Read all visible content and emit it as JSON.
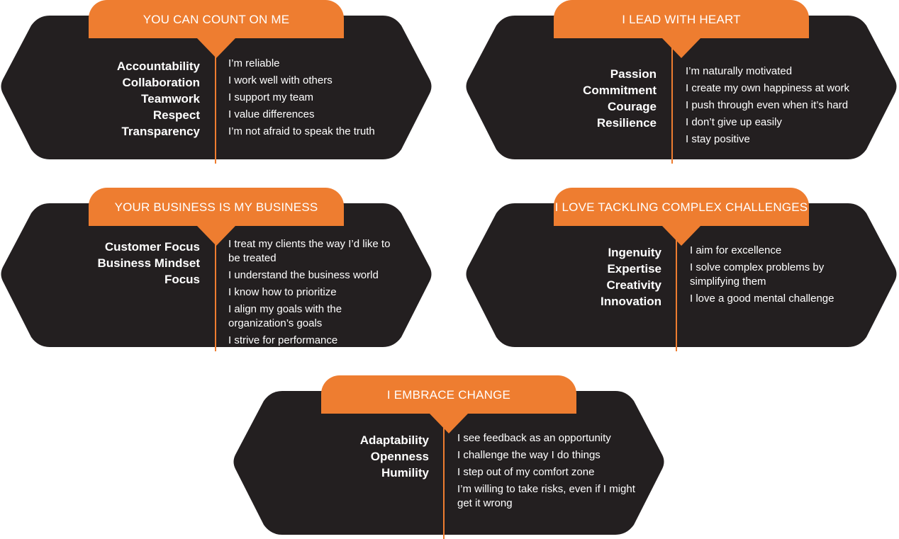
{
  "cards": [
    {
      "title": "YOU CAN COUNT ON ME",
      "values": [
        "Accountability",
        "Collaboration",
        "Teamwork",
        "Respect",
        "Transparency"
      ],
      "statements": [
        "I’m reliable",
        "I work well with others",
        "I support my team",
        "I value differences",
        "I’m not afraid to speak the truth"
      ]
    },
    {
      "title": "I LEAD WITH HEART",
      "values": [
        "Passion",
        "Commitment",
        "Courage",
        "Resilience"
      ],
      "statements": [
        "I’m naturally motivated",
        "I create my own happiness at work",
        "I push through even when it’s hard",
        "I don’t give up easily",
        "I stay positive"
      ]
    },
    {
      "title": "YOUR BUSINESS IS MY BUSINESS",
      "values": [
        "Customer Focus",
        "Business Mindset",
        "Focus"
      ],
      "statements": [
        "I treat my clients the way I’d like to be treated",
        "I understand the business world",
        "I know how to prioritize",
        "I align my goals with the organization’s goals",
        "I strive for performance"
      ]
    },
    {
      "title": "I LOVE TACKLING COMPLEX CHALLENGES",
      "values": [
        "Ingenuity",
        "Expertise",
        "Creativity",
        "Innovation"
      ],
      "statements": [
        "I aim for excellence",
        "I solve complex problems by simplifying them",
        "I love a good mental challenge"
      ]
    },
    {
      "title": "I EMBRACE CHANGE",
      "values": [
        "Adaptability",
        "Openness",
        "Humility"
      ],
      "statements": [
        "I see feedback as an opportunity",
        "I challenge the way I do things",
        "I step out of my comfort zone",
        "I’m willing to take risks, even if I might get it wrong"
      ]
    }
  ],
  "colors": {
    "panel": "#231f20",
    "accent": "#ee7d30",
    "text": "#ffffff"
  }
}
